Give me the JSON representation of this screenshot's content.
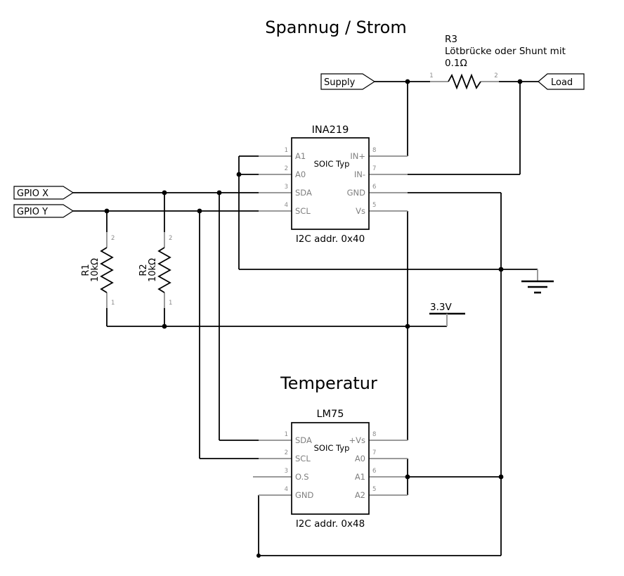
{
  "appearance": {
    "background": "#ffffff",
    "wire_color": "#000000",
    "pin_color": "#9a9a9a",
    "pin_text_color": "#7f7f7f"
  },
  "sections": {
    "power": {
      "title": "Spannug / Strom"
    },
    "temperature": {
      "title": "Temperatur"
    }
  },
  "connectors": {
    "supply": {
      "label": "Supply"
    },
    "load": {
      "label": "Load"
    },
    "gpio_x": {
      "label": "GPIO X"
    },
    "gpio_y": {
      "label": "GPIO Y"
    }
  },
  "power_rail": {
    "label": "3.3V"
  },
  "resistors": {
    "r1": {
      "ref": "R1",
      "value": "10kΩ",
      "pin1": "1",
      "pin2": "2"
    },
    "r2": {
      "ref": "R2",
      "value": "10kΩ",
      "pin1": "1",
      "pin2": "2"
    },
    "r3": {
      "ref": "R3",
      "note": "Lötbrücke oder Shunt mit",
      "value": "0.1Ω",
      "pin1": "1",
      "pin2": "2"
    }
  },
  "ics": {
    "ina219": {
      "name": "INA219",
      "package": "SOIC Typ",
      "address": "I2C addr. 0x40",
      "left_pins": [
        {
          "num": "1",
          "label": "A1"
        },
        {
          "num": "2",
          "label": "A0"
        },
        {
          "num": "3",
          "label": "SDA"
        },
        {
          "num": "4",
          "label": "SCL"
        }
      ],
      "right_pins": [
        {
          "num": "8",
          "label": "IN+"
        },
        {
          "num": "7",
          "label": "IN-"
        },
        {
          "num": "6",
          "label": "GND"
        },
        {
          "num": "5",
          "label": "Vs"
        }
      ]
    },
    "lm75": {
      "name": "LM75",
      "package": "SOIC Typ",
      "address": "I2C addr. 0x48",
      "left_pins": [
        {
          "num": "1",
          "label": "SDA"
        },
        {
          "num": "2",
          "label": "SCL"
        },
        {
          "num": "3",
          "label": "O.S"
        },
        {
          "num": "4",
          "label": "GND"
        }
      ],
      "right_pins": [
        {
          "num": "8",
          "label": "+Vs"
        },
        {
          "num": "7",
          "label": "A0"
        },
        {
          "num": "6",
          "label": "A1"
        },
        {
          "num": "5",
          "label": "A2"
        }
      ]
    }
  }
}
